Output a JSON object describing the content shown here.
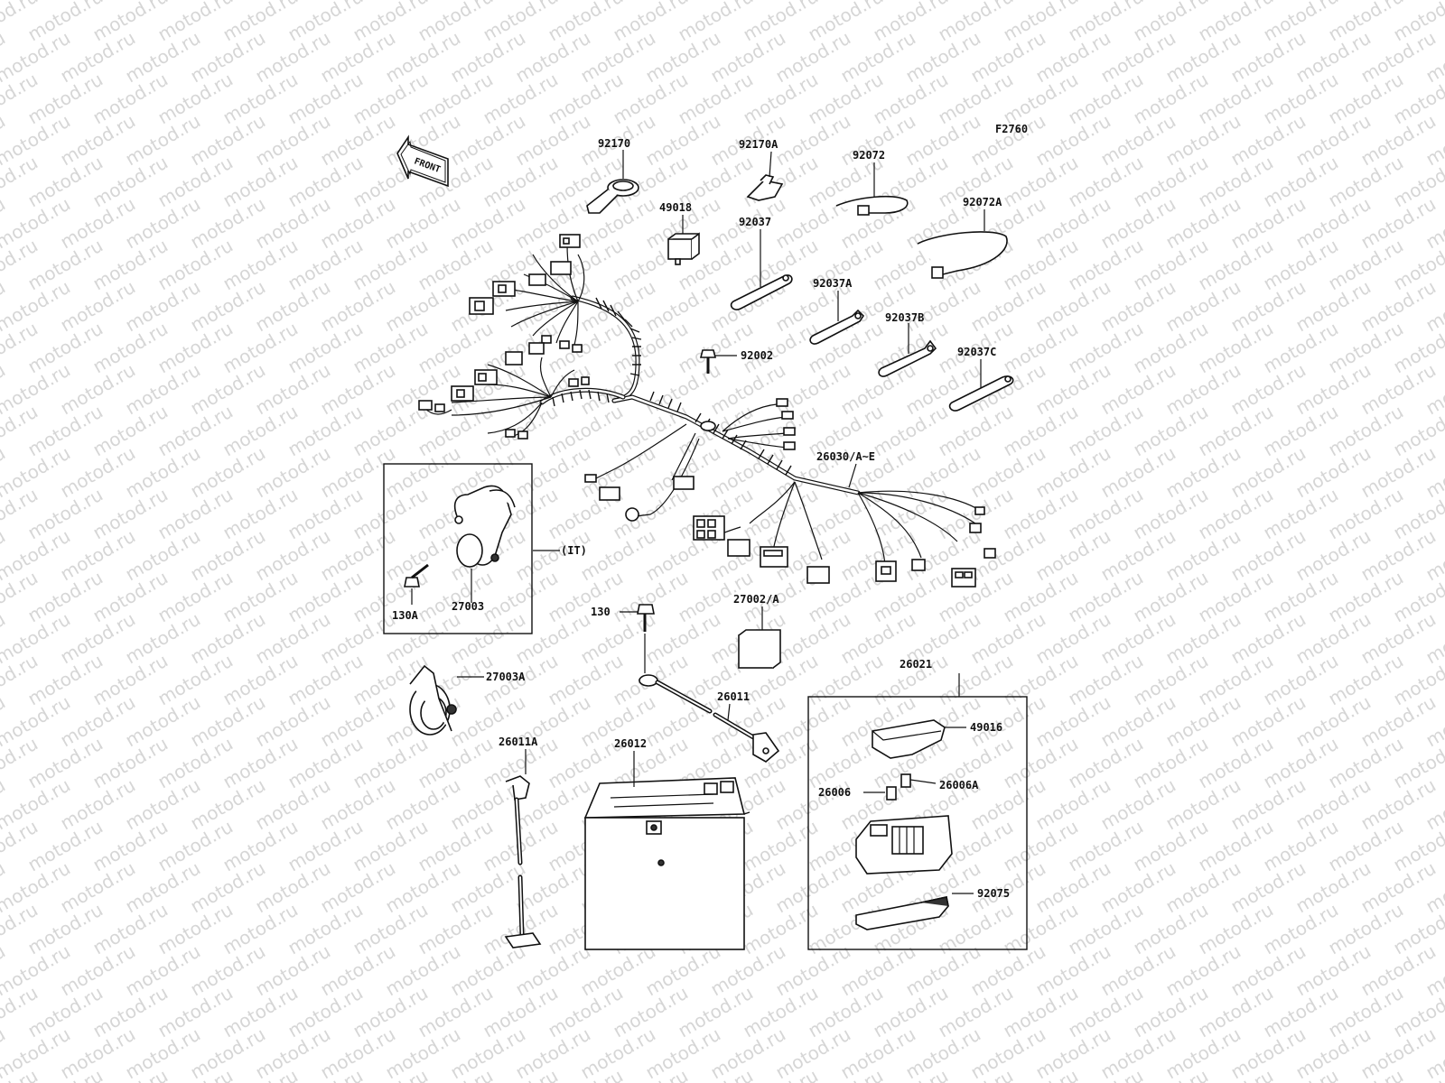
{
  "watermark": "motod.ru",
  "figure_code": "F2760",
  "front_label": "FRONT",
  "inset_note": "(IT)",
  "labels": {
    "l92170": "92170",
    "l92170A": "92170A",
    "l92072": "92072",
    "l92072A": "92072A",
    "l49018": "49018",
    "l92037": "92037",
    "l92037A": "92037A",
    "l92037B": "92037B",
    "l92037C": "92037C",
    "l92002": "92002",
    "l26030": "26030/A~E",
    "l130A": "130A",
    "l27003": "27003",
    "l130": "130",
    "l27002": "27002/A",
    "l27003A": "27003A",
    "l26011": "26011",
    "l26011A": "26011A",
    "l26012": "26012",
    "l26021": "26021",
    "l49016": "49016",
    "l26006": "26006",
    "l26006A": "26006A",
    "l92075": "92075"
  }
}
